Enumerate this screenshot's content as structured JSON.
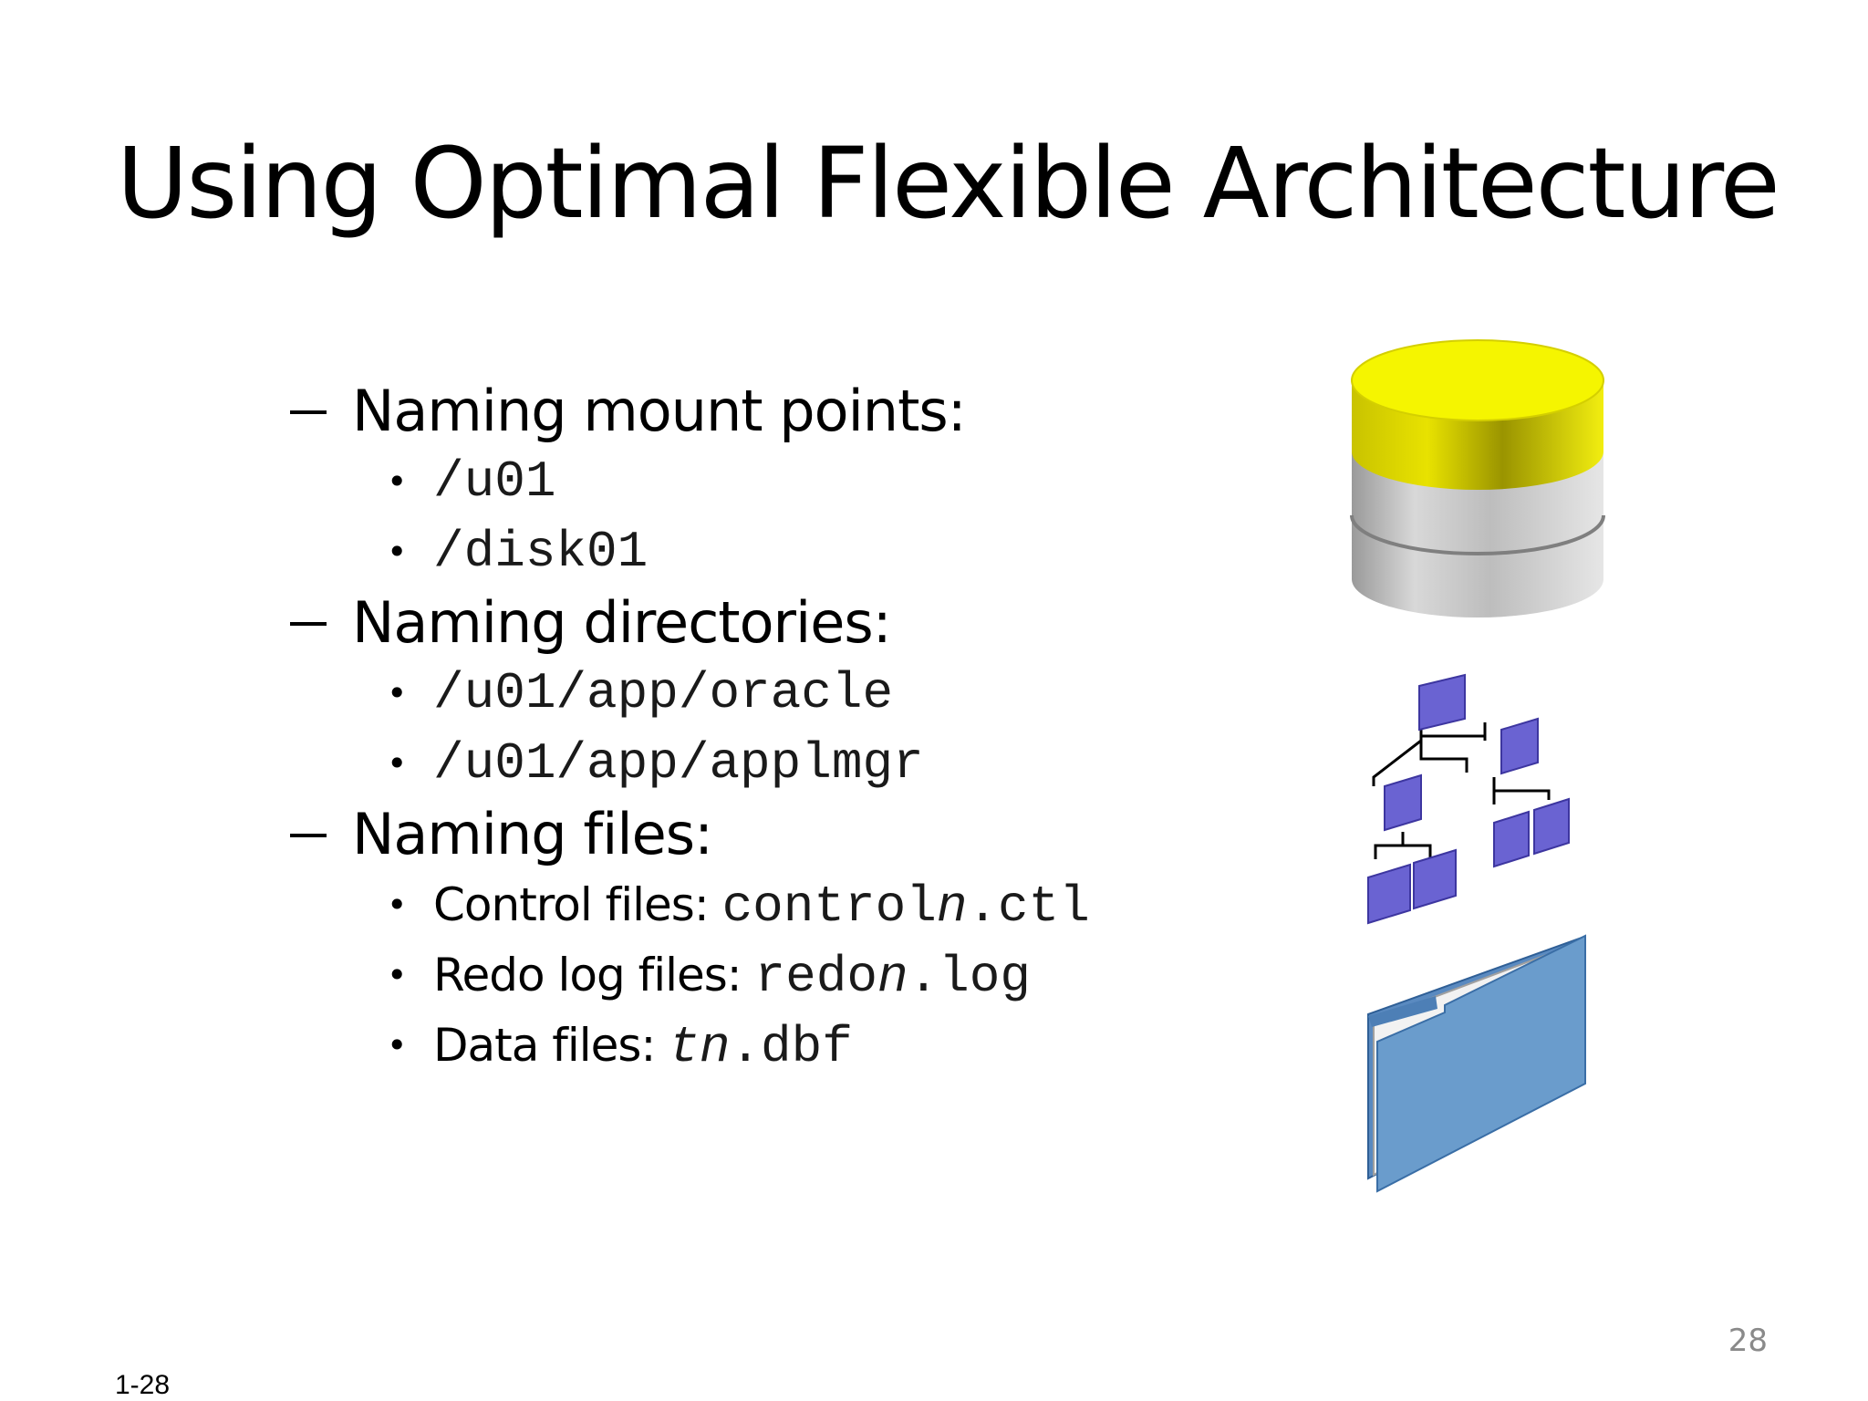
{
  "title": "Using Optimal Flexible Architecture",
  "sections": [
    {
      "heading": "Naming mount points:",
      "items": [
        {
          "label": "",
          "code": "/u01"
        },
        {
          "label": "",
          "code": "/disk01"
        }
      ]
    },
    {
      "heading": "Naming directories:",
      "items": [
        {
          "label": "",
          "code": "/u01/app/oracle"
        },
        {
          "label": "",
          "code": "/u01/app/applmgr"
        }
      ]
    },
    {
      "heading": "Naming files:",
      "items": [
        {
          "label": "Control files: ",
          "code_pre": "control",
          "code_var": "n",
          "code_post": ".ctl"
        },
        {
          "label": "Redo log files: ",
          "code_pre": "redo",
          "code_var": "n",
          "code_post": ".log"
        },
        {
          "label": "Data files: ",
          "code_pre": "",
          "code_var": "tn",
          "code_post": ".dbf"
        }
      ]
    }
  ],
  "page_number": "28",
  "footer_number": "1-28",
  "icons": {
    "database": "database-cylinder-icon",
    "hierarchy": "directory-hierarchy-icon",
    "folder": "open-folder-icon"
  },
  "colors": {
    "database_top": "#f5f500",
    "database_body": "#c8c8c8",
    "hierarchy_box": "#6a63d2",
    "folder": "#6699cc"
  }
}
